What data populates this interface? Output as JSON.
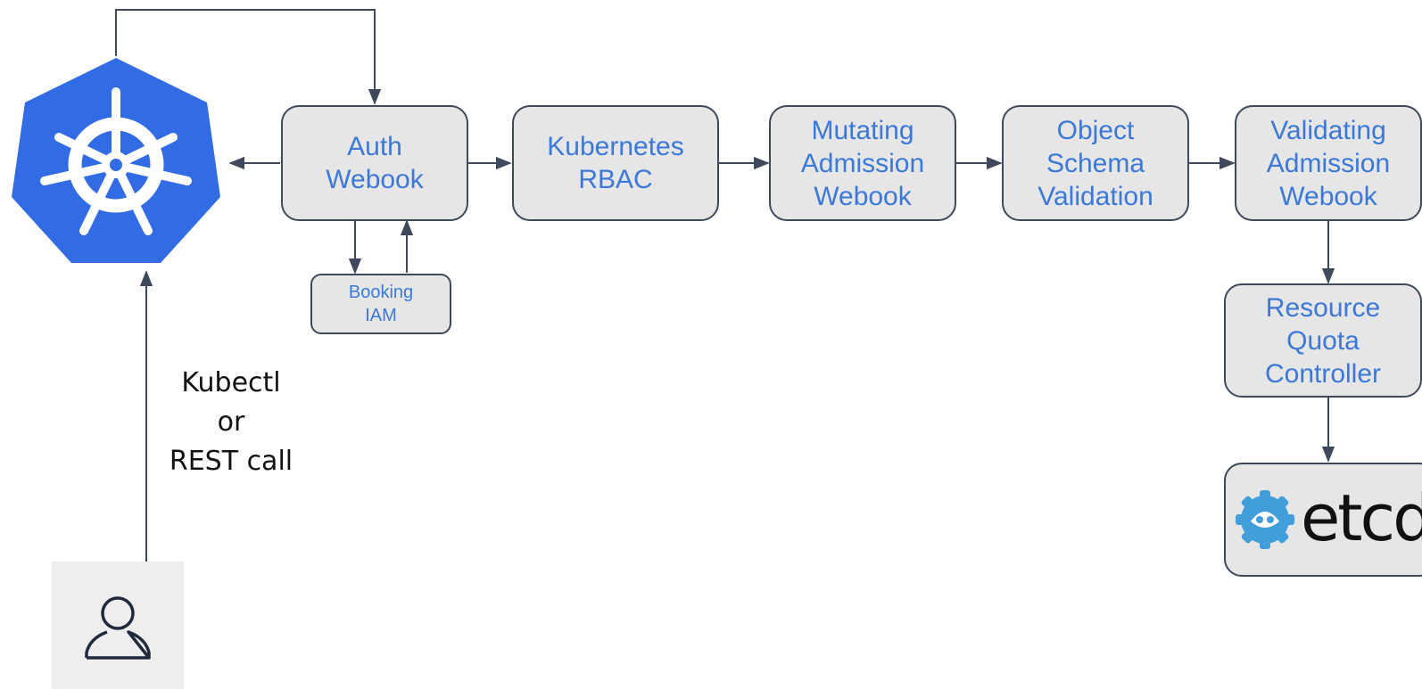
{
  "nodes": {
    "auth_webhook": "Auth\nWebook",
    "kubernetes_rbac": "Kubernetes\nRBAC",
    "mutating_admission": "Mutating\nAdmission\nWebook",
    "object_schema": "Object\nSchema\nValidation",
    "validating_admission": "Validating\nAdmission\nWebook",
    "resource_quota": "Resource\nQuota\nController",
    "booking_iam": "Booking\nIAM"
  },
  "request_label": [
    "Kubectl",
    "or",
    "REST call"
  ],
  "etcd_label": "etcd",
  "icons": {
    "kubernetes": "kubernetes-logo-icon",
    "user": "user-icon",
    "etcd": "etcd-logo-icon"
  },
  "colors": {
    "box_fill": "#e6e6e6",
    "box_border": "#3e4a5c",
    "label_text": "#3b78d8",
    "kubernetes_blue": "#326ce5",
    "etcd_blue": "#419eda"
  }
}
